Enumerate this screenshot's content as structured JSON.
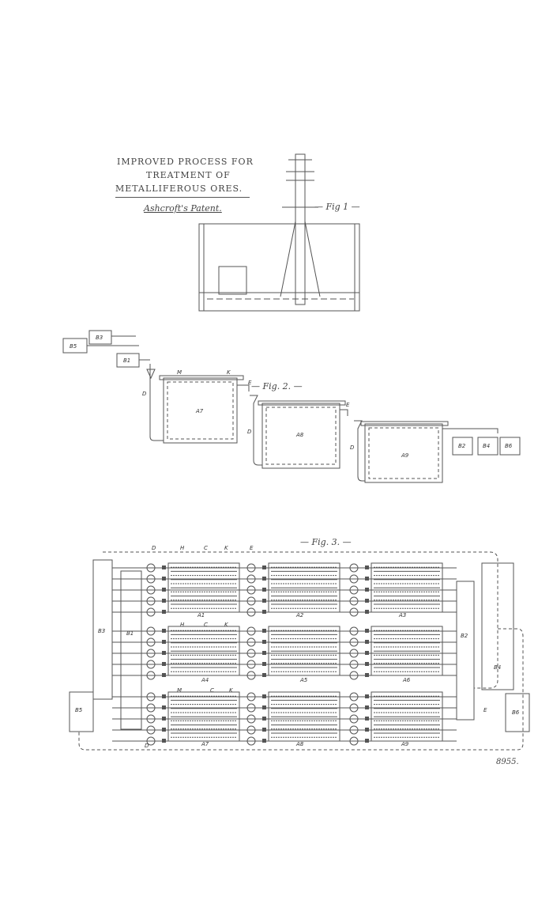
{
  "title": {
    "line1": "IMPROVED   PROCESS   FOR",
    "line2": "TREATMENT   OF",
    "line3": "METALLIFEROUS   ORES.",
    "subtitle": "Ashcroft's Patent."
  },
  "fig1": {
    "label": "— Fig 1 —"
  },
  "fig2": {
    "label": "— Fig. 2. —",
    "labels": {
      "b5": "B5",
      "b3": "B3",
      "b1": "B1",
      "m": "M",
      "k": "K",
      "e": "E",
      "d": "D",
      "a7": "A7",
      "a8": "A8",
      "a9": "A9",
      "b2": "B2",
      "b4": "B4",
      "b6": "B6"
    }
  },
  "fig3": {
    "label": "— Fig. 3. —",
    "labels": {
      "d": "D",
      "h": "H",
      "c": "C",
      "k": "K",
      "e": "E",
      "m": "M",
      "b3": "B3",
      "b1": "B1",
      "b2": "B2",
      "b4": "B4",
      "b5": "B5",
      "b6": "B6",
      "a1": "A1",
      "a2": "A2",
      "a3": "A3",
      "a4": "A4",
      "a5": "A5",
      "a6": "A6",
      "a7": "A7",
      "a8": "A8",
      "a9": "A9"
    }
  },
  "sheet_number": "8955."
}
